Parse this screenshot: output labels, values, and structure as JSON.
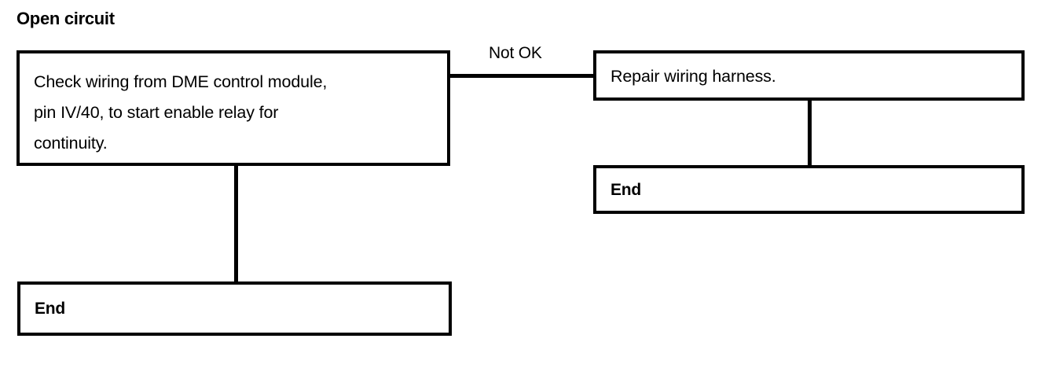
{
  "diagram": {
    "title": "Open circuit",
    "type": "troubleshooting-flowchart",
    "colors": {
      "background": "#ffffff",
      "line": "#000000",
      "text": "#000000"
    },
    "nodes": [
      {
        "id": "check",
        "role": "decision",
        "text": "Check wiring from DME control module,\npin IV/40, to start enable relay for\ncontinuity."
      },
      {
        "id": "repair",
        "role": "action",
        "text": "Repair wiring harness."
      },
      {
        "id": "end-right",
        "role": "terminator",
        "text": "End"
      },
      {
        "id": "end-left",
        "role": "terminator",
        "text": "End"
      }
    ],
    "edges": [
      {
        "id": "check-to-repair",
        "from": "check",
        "to": "repair",
        "label": "Not OK"
      },
      {
        "id": "repair-to-end",
        "from": "repair",
        "to": "end-right",
        "label": ""
      },
      {
        "id": "check-to-end",
        "from": "check",
        "to": "end-left",
        "label": ""
      }
    ]
  }
}
